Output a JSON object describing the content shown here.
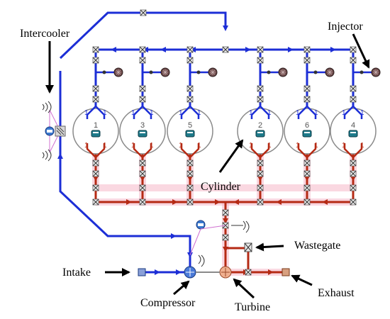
{
  "labels": {
    "intercooler": "Intercooler",
    "injector": "Injector",
    "cylinder": "Cylinder",
    "wastegate": "Wastegate",
    "intake": "Intake",
    "exhaust": "Exhaust",
    "compressor": "Compressor",
    "turbine": "Turbine"
  },
  "cylinders": [
    "1",
    "3",
    "5",
    "2",
    "6",
    "4"
  ],
  "port_label": "1",
  "colors": {
    "intake_pipe": "#1c2ed6",
    "exhaust_pipe": "#b52a14",
    "exhaust_highlight": "#f5b8c8",
    "cylinder_outline": "#8a8a8a",
    "injector": "#6e4b4b",
    "connector_link": "#d070d0"
  }
}
